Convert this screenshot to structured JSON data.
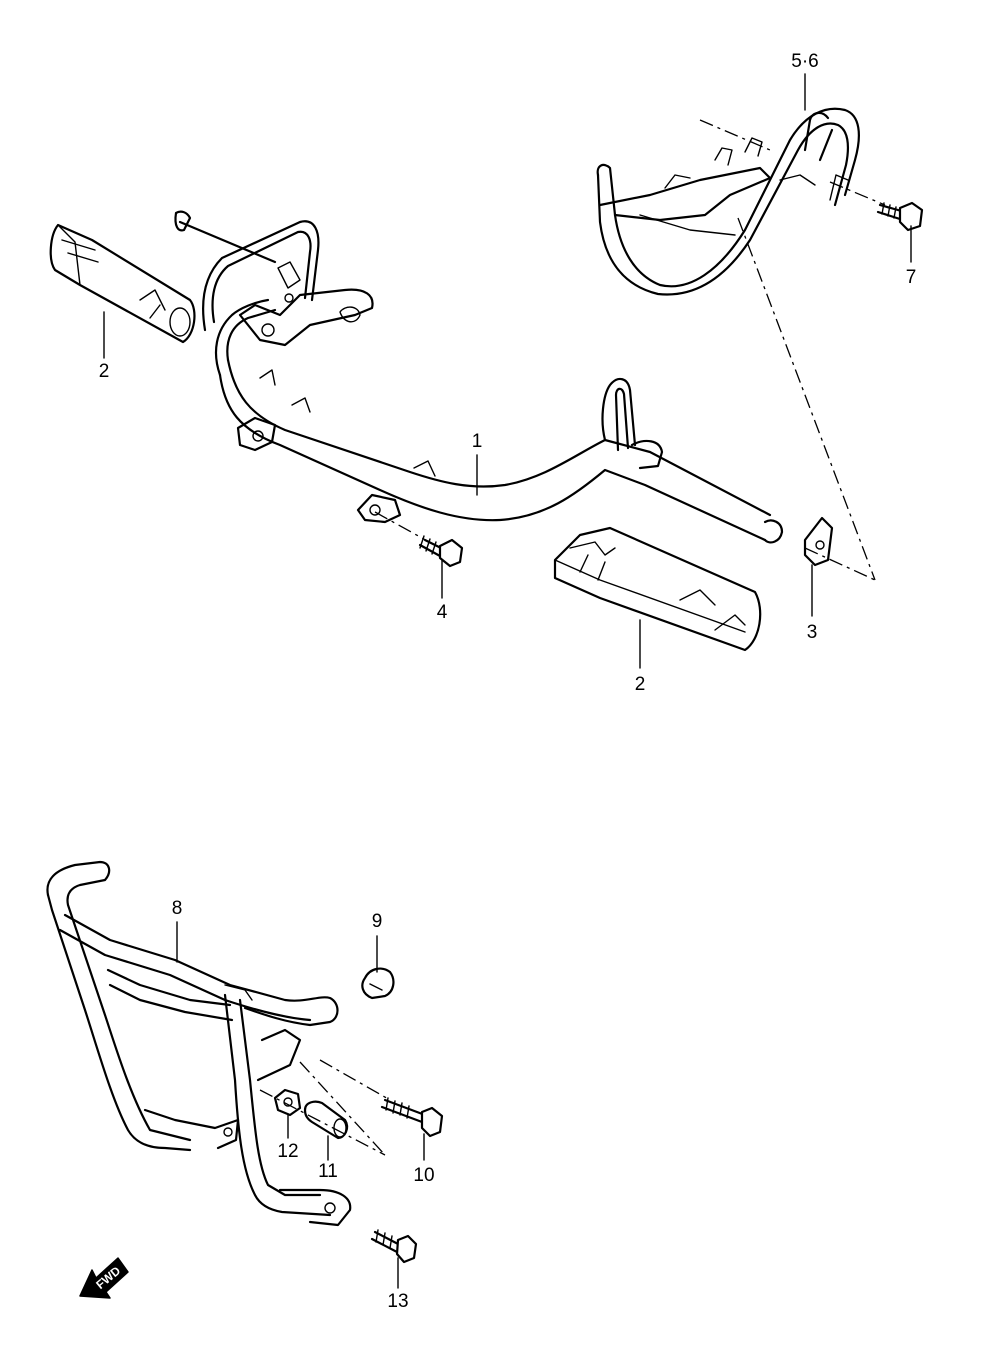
{
  "diagram": {
    "callouts": {
      "c1": "1",
      "c2a": "2",
      "c2b": "2",
      "c3": "3",
      "c4": "4",
      "c56": "5·6",
      "c7": "7",
      "c8": "8",
      "c9": "9",
      "c10": "10",
      "c11": "11",
      "c12": "12",
      "c13": "13"
    },
    "direction_badge": "FWD"
  }
}
